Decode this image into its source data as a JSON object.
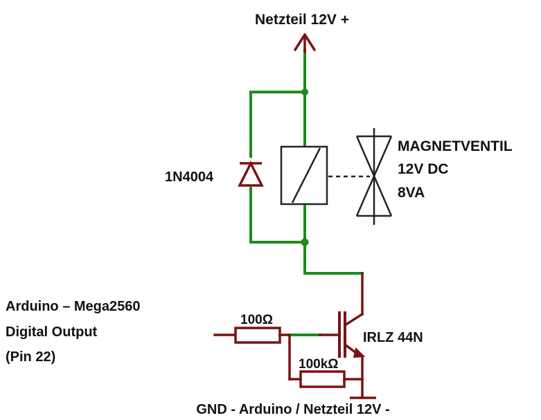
{
  "title": "",
  "labels": {
    "supply_positive": "Netzteil 12V +",
    "diode": "1N4004",
    "valve_line1": "MAGNETVENTIL",
    "valve_line2": "12V DC",
    "valve_line3": "8VA",
    "arduino_line1": "Arduino – Mega2560",
    "arduino_line2": "Digital Output",
    "arduino_line3": "(Pin 22)",
    "gate_resistor": "100Ω",
    "pulldown_resistor": "100kΩ",
    "mosfet": "IRLZ 44N",
    "ground": "GND - Arduino / Netzteil 12V -"
  },
  "colors": {
    "wire": "#1f8a1f",
    "part": "#7a1212",
    "outline": "#222222",
    "text": "#111111"
  }
}
